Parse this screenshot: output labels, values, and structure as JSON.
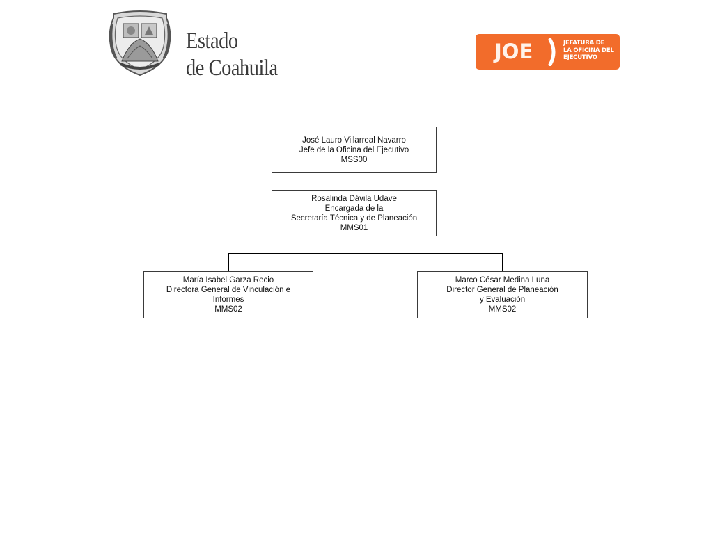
{
  "header": {
    "state_title": [
      "Estado",
      "de Coahuila"
    ],
    "coat_of_arms_icon": "coahuila-coat-of-arms-icon",
    "logo": {
      "mark": "JOE",
      "caption": [
        "JEFATURA DE",
        "LA OFICINA DEL",
        "EJECUTIVO"
      ],
      "color": "#f26c2b"
    }
  },
  "org_chart": {
    "chief": {
      "name": "José Lauro Villarreal Navarro",
      "title": "Jefe de la Oficina del Ejecutivo",
      "code": "MSS00"
    },
    "technical_secretary": {
      "name": "Rosalinda Dávila Udave",
      "title_line1": "Encargada de la",
      "title_line2": "Secretaría Técnica y de Planeación",
      "code": "MMS01"
    },
    "directors": [
      {
        "name": "María Isabel Garza Recio",
        "title_line1": "Directora General de Vinculación e",
        "title_line2": "Informes",
        "code": "MMS02"
      },
      {
        "name": "Marco César Medina Luna",
        "title_line1": "Director General de Planeación",
        "title_line2": "y Evaluación",
        "code": "MMS02"
      }
    ]
  }
}
